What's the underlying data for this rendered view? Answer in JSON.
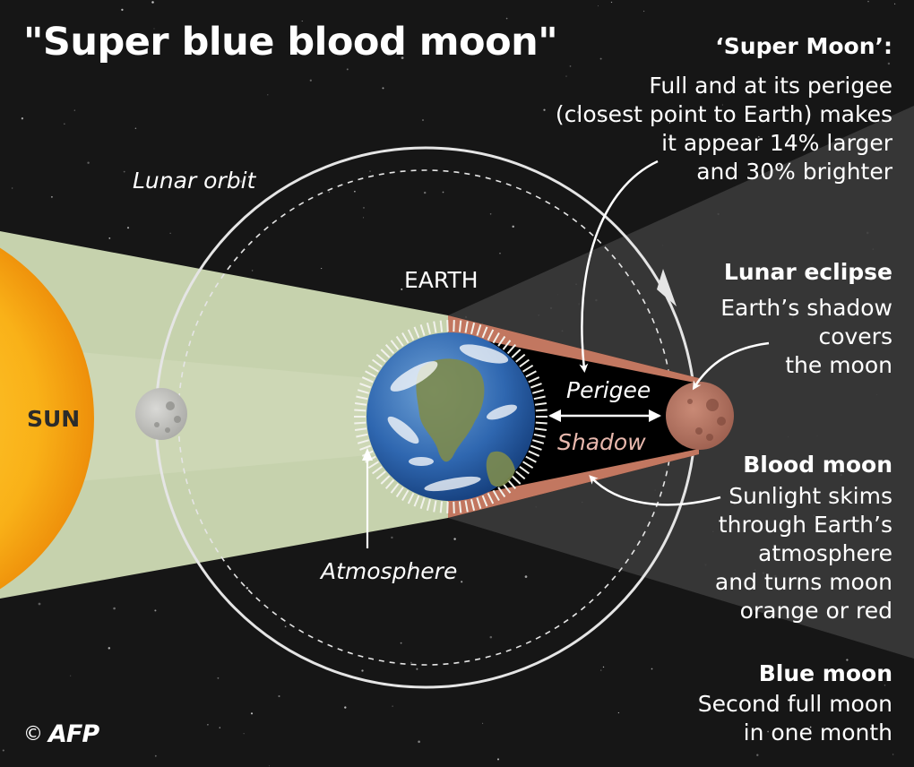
{
  "title": "\"Super blue blood moon\"",
  "labels": {
    "sun": "SUN",
    "earth": "EARTH",
    "lunar_orbit": "Lunar orbit",
    "atmosphere": "Atmosphere",
    "perigee": "Perigee",
    "shadow": "Shadow"
  },
  "annotations": {
    "super_moon": {
      "heading": "‘Super Moon’:",
      "text": "Full and at its perigee\n(closest point to Earth) makes\nit appear 14% larger\nand 30% brighter"
    },
    "lunar_eclipse": {
      "heading": "Lunar eclipse",
      "text": "Earth’s shadow\ncovers\nthe moon"
    },
    "blood_moon": {
      "heading": "Blood moon",
      "text": "Sunlight skims\nthrough Earth’s\natmosphere\nand turns moon\norange or red"
    },
    "blue_moon": {
      "heading": "Blue moon",
      "text": "Second full moon\nin one month"
    }
  },
  "credit": {
    "copyright": "©",
    "logo": "AFP"
  },
  "colors": {
    "background": "#161616",
    "sunlight": "#c8d3b0",
    "sun": "#f7a70e",
    "umbra": "#000000",
    "penumbra": "#3c3c3c",
    "atmosphere_ring": "#c27760",
    "blood_moon": "#b47462",
    "orbit": "#e6e6e6"
  }
}
